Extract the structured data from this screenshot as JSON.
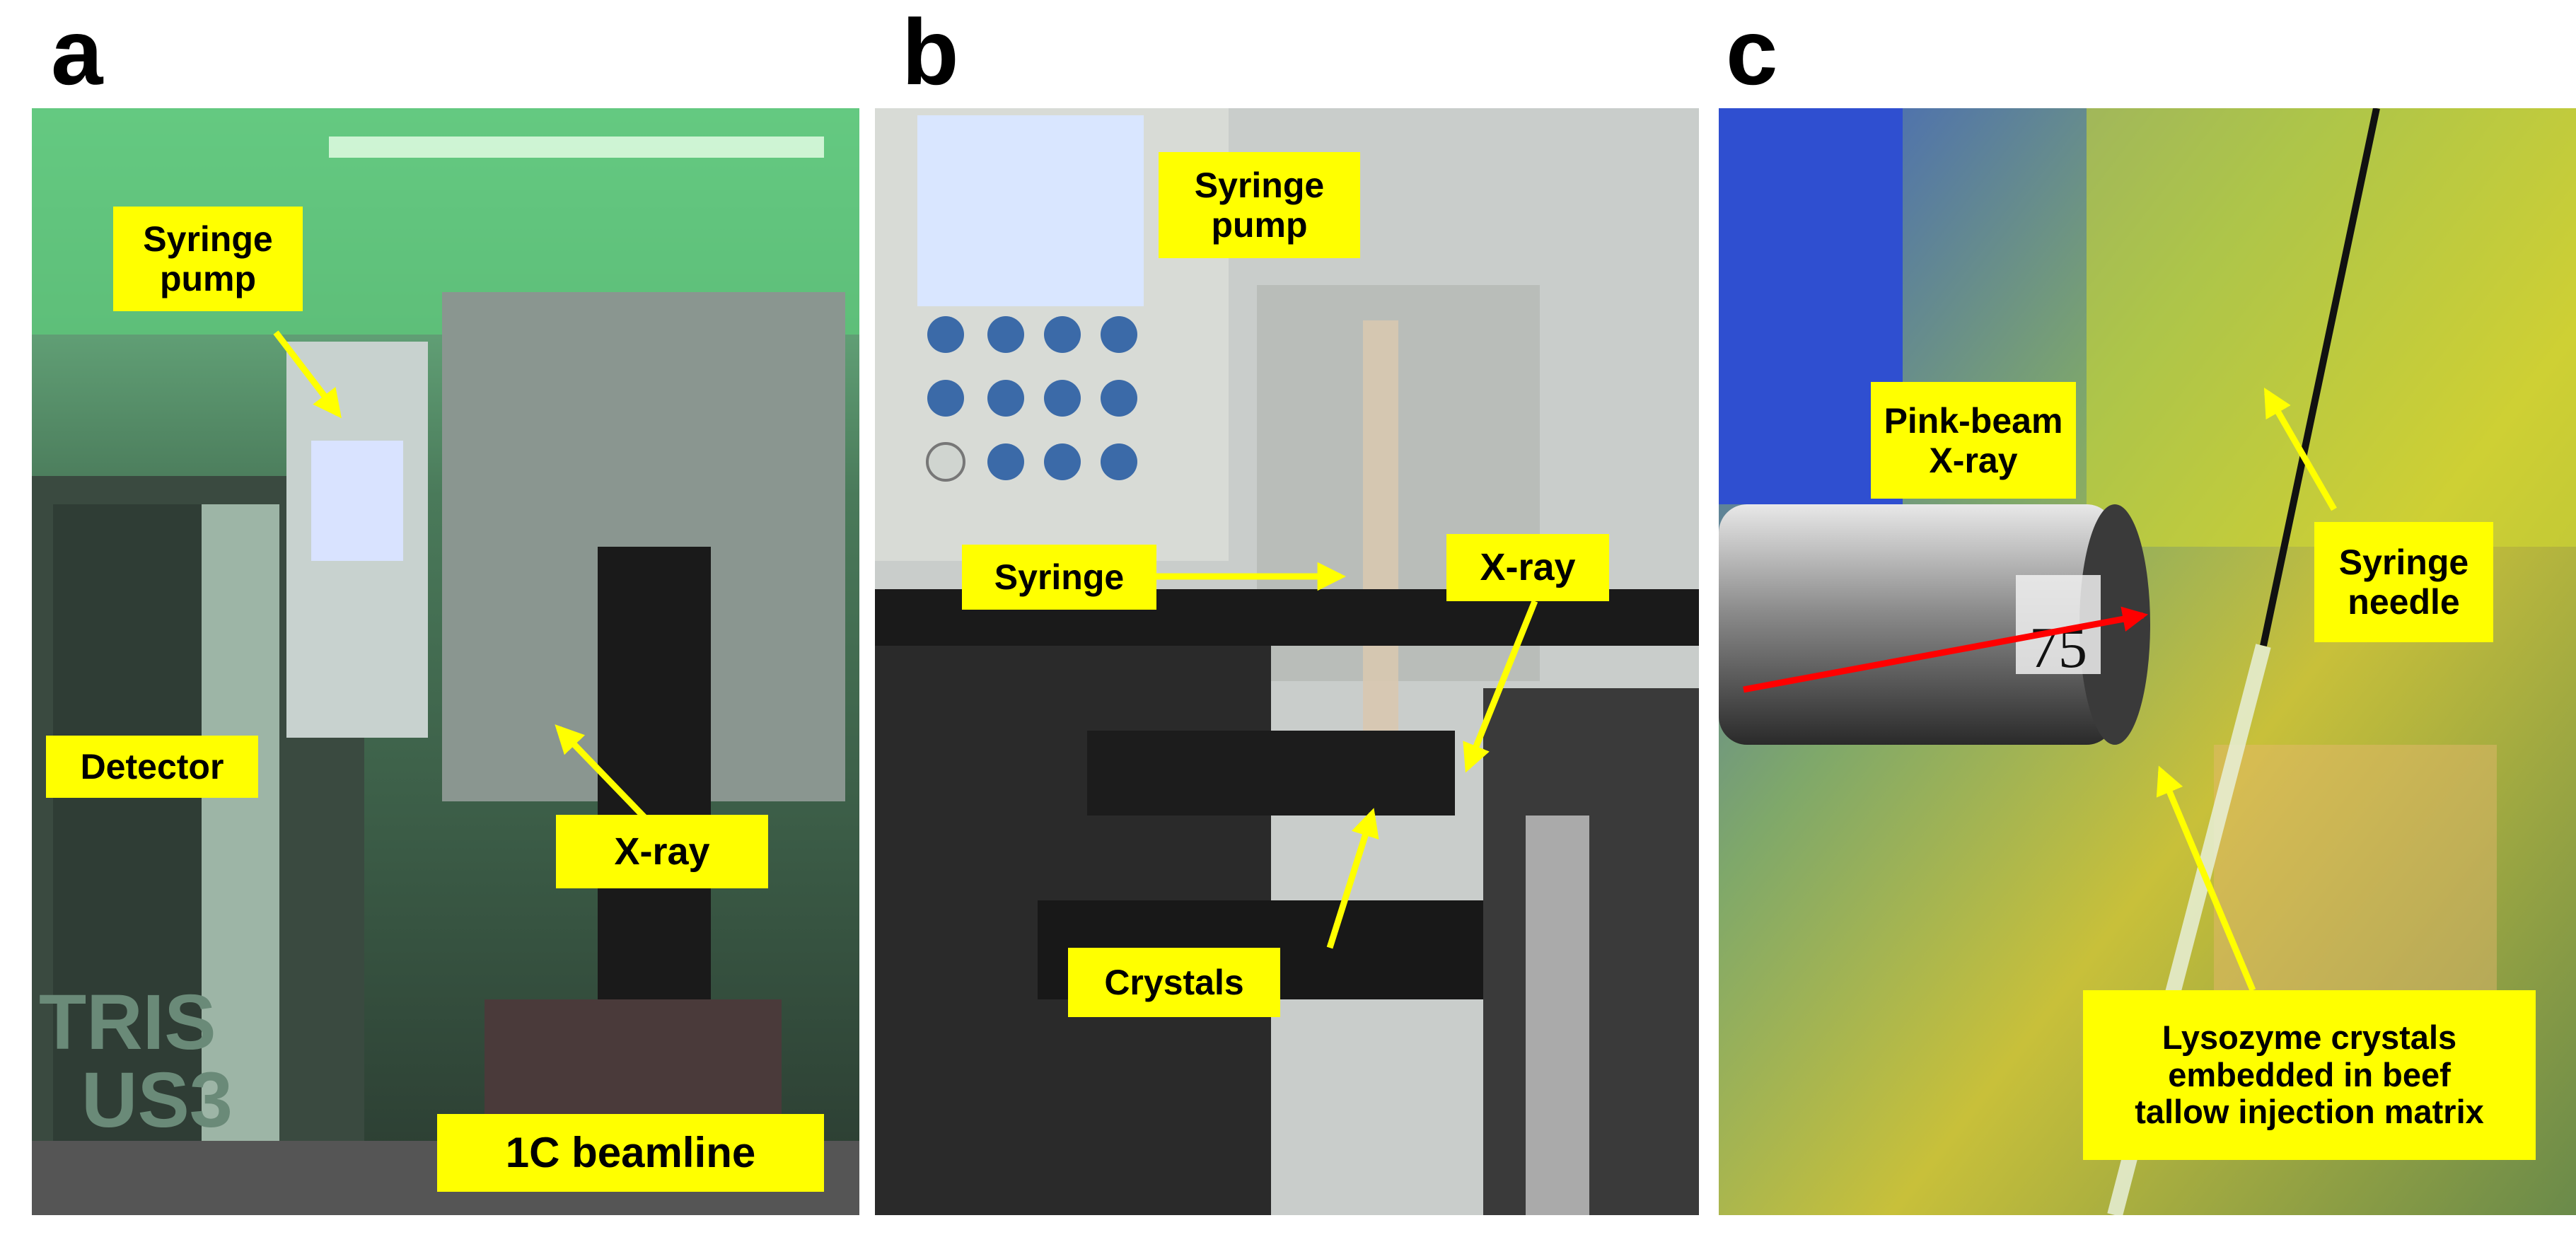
{
  "panels": [
    {
      "letter": "a"
    },
    {
      "letter": "b"
    },
    {
      "letter": "c"
    }
  ],
  "labels": {
    "a_syringe_pump": "Syringe\npump",
    "a_detector": "Detector",
    "a_xray": "X-ray",
    "a_beamline": "1C beamline",
    "b_syringe_pump": "Syringe\npump",
    "b_syringe": "Syringe",
    "b_xray": "X-ray",
    "b_crystals": "Crystals",
    "c_pinkbeam": "Pink-beam\nX-ray",
    "c_needle": "Syringe\nneedle",
    "c_lysozyme": "Lysozyme crystals\nembedded in beef\ntallow injection matrix"
  },
  "scene_text": {
    "detector_brand_1": "TRIS",
    "detector_brand_2": "US3",
    "cylinder_number": "75"
  },
  "colors": {
    "label_bg": "#ffff00",
    "arrow": "#ffff00",
    "beam_arrow": "#ff0000"
  }
}
